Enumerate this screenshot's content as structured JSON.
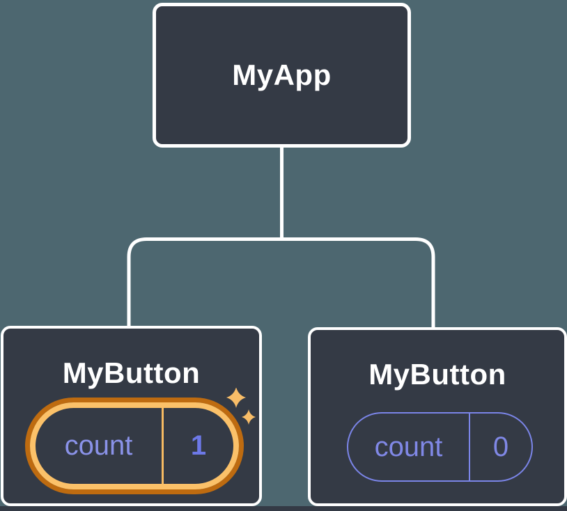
{
  "diagram": {
    "root": {
      "label": "MyApp"
    },
    "children": [
      {
        "label": "MyButton",
        "state": {
          "name": "count",
          "value": "1"
        },
        "highlighted": true,
        "icon": "sparkles-icon"
      },
      {
        "label": "MyButton",
        "state": {
          "name": "count",
          "value": "0"
        },
        "highlighted": false
      }
    ]
  },
  "colors": {
    "background": "#4D6770",
    "node_fill": "#343A45",
    "node_border": "#FFFFFF",
    "connector": "#FFFFFF",
    "state_text_left": "#8A92E8",
    "state_text_right": "#8088E6",
    "state_value_left": "#6D79E8",
    "plain_pill_border": "#7B85E8",
    "highlight_ring_outer": "#BE6B10",
    "highlight_ring_inner": "#FBC169",
    "highlight_divider": "#F6BA62",
    "sparkle": "#F8BD68"
  }
}
